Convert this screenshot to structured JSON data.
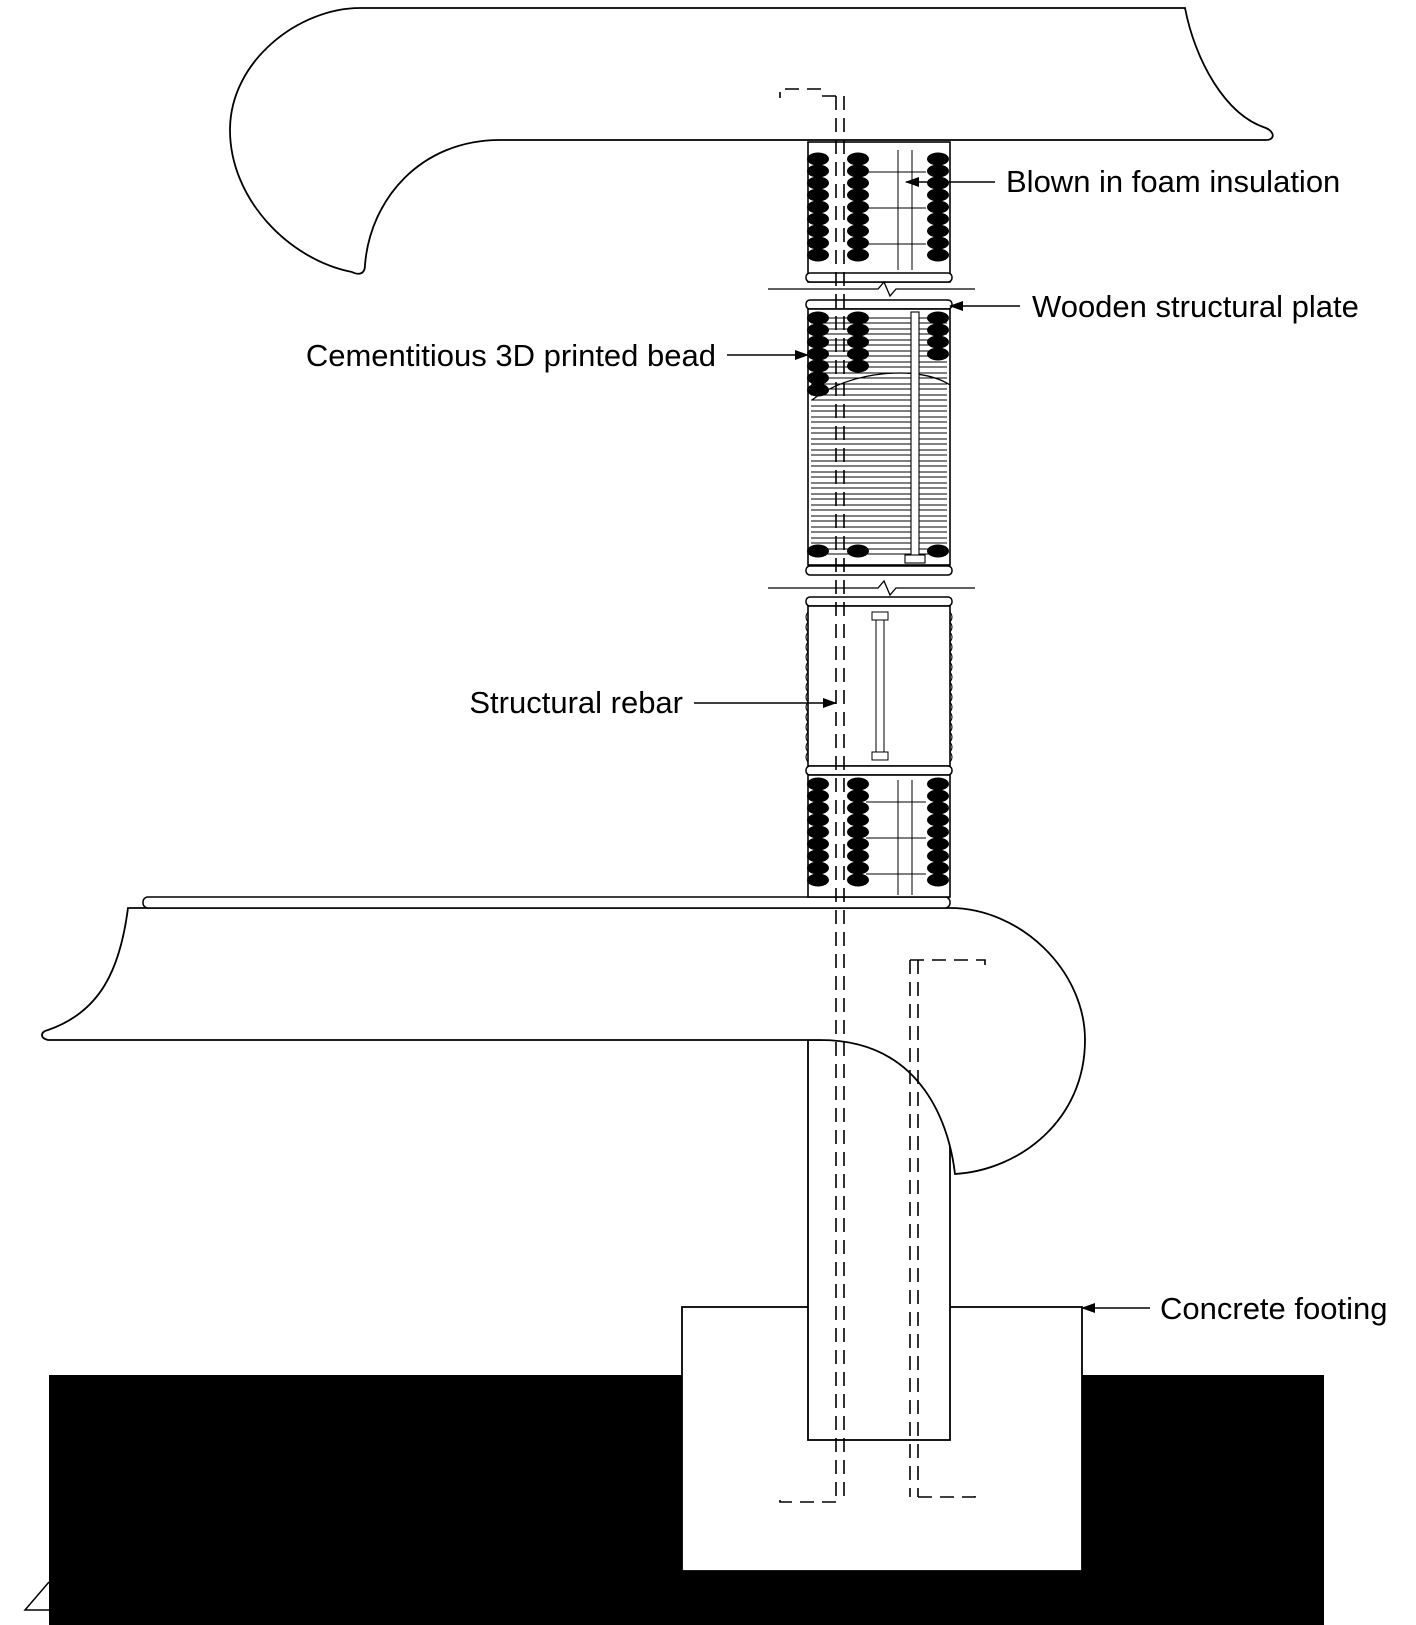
{
  "diagram": {
    "labels": {
      "foam": "Blown in foam insulation",
      "plate": "Wooden structural plate",
      "bead": "Cementitious 3D printed bead",
      "rebar": "Structural rebar",
      "footing": "Concrete footing"
    },
    "colors": {
      "line": "#000000",
      "fill": "#ffffff",
      "ground": "#000000"
    }
  }
}
